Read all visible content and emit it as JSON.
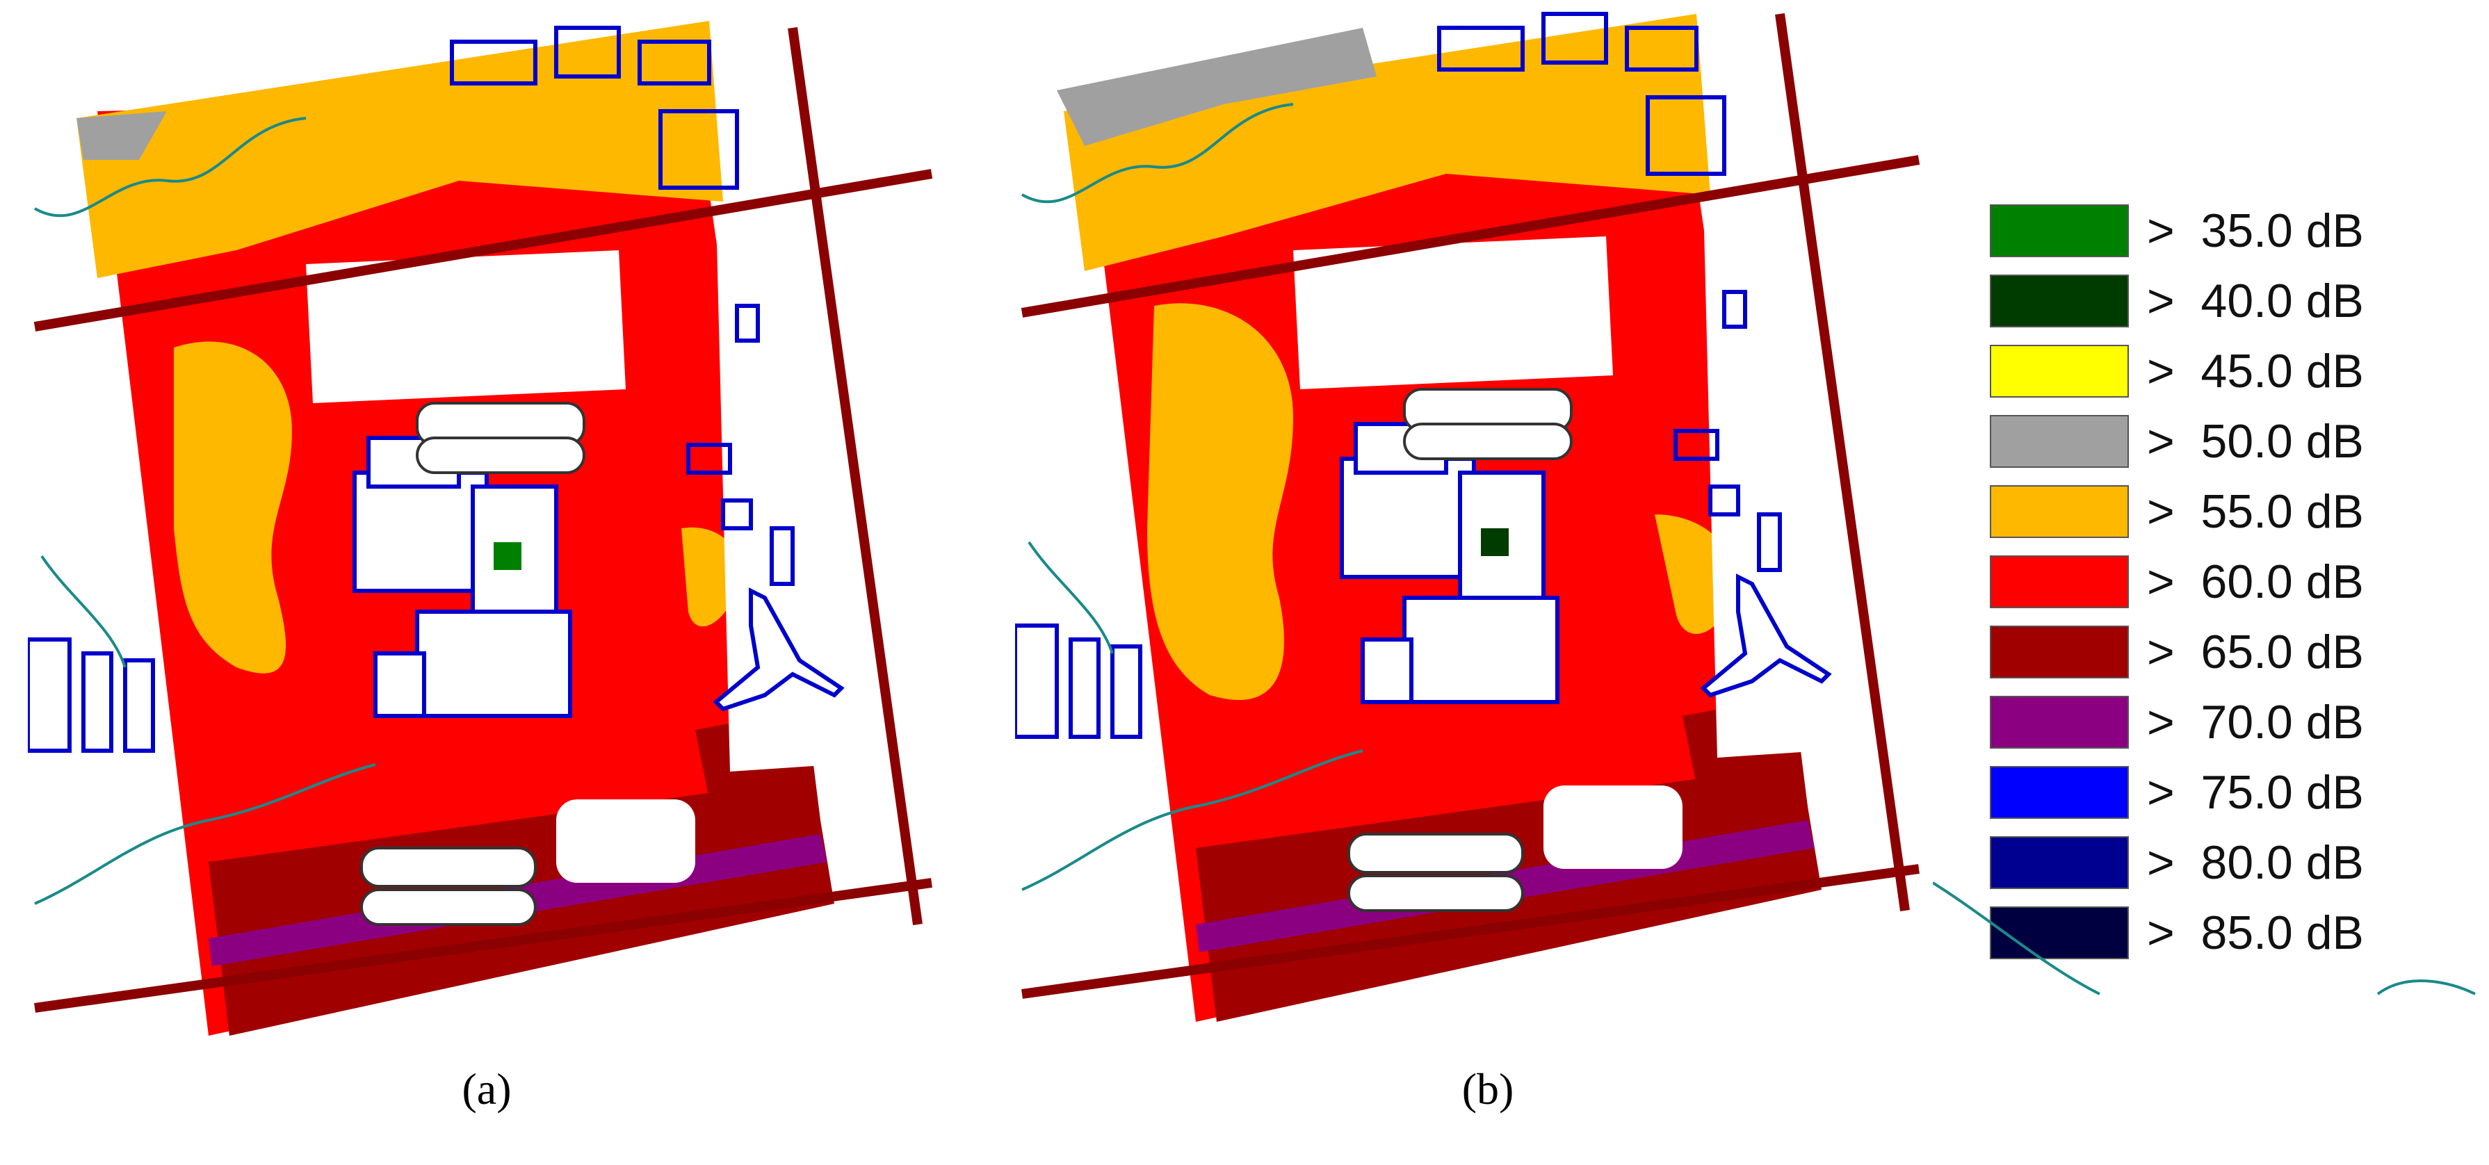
{
  "panels": [
    {
      "id": "a",
      "caption": "(a)"
    },
    {
      "id": "b",
      "caption": "(b)"
    }
  ],
  "legend": [
    {
      "label": ">  35.0 dB",
      "color": "#008000"
    },
    {
      "label": ">  40.0 dB",
      "color": "#003C00"
    },
    {
      "label": ">  45.0 dB",
      "color": "#FFFF00"
    },
    {
      "label": ">  50.0 dB",
      "color": "#A0A0A0"
    },
    {
      "label": ">  55.0 dB",
      "color": "#FFB800"
    },
    {
      "label": ">  60.0 dB",
      "color": "#FF0000"
    },
    {
      "label": ">  65.0 dB",
      "color": "#A00000"
    },
    {
      "label": ">  70.0 dB",
      "color": "#8B0080"
    },
    {
      "label": ">  75.0 dB",
      "color": "#0000FF"
    },
    {
      "label": ">  80.0 dB",
      "color": "#000090"
    },
    {
      "label": ">  85.0 dB",
      "color": "#000040"
    }
  ],
  "map_colors": {
    "building_outline": "#0000CC",
    "road": "#8B0000",
    "contour": "#1A8A8A"
  }
}
